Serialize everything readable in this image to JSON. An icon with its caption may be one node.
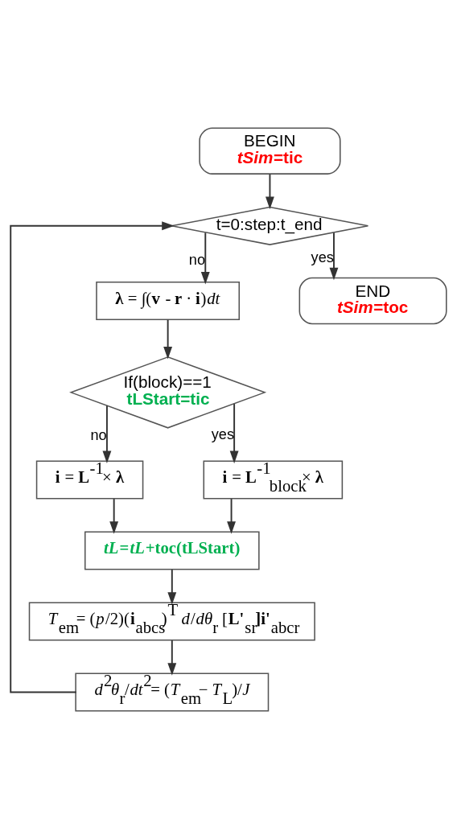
{
  "diagram": {
    "nodes": [
      {
        "text": [
          "BEGIN",
          "*tSim*=tic"
        ]
      },
      {
        "text": [
          "t=0:step:t_end"
        ]
      },
      {
        "text": [
          "**λ** = ∫(**v** - **r** · **i**)*dt*"
        ]
      },
      {
        "text": [
          "If(block)==1",
          "tLStart=tic"
        ]
      },
      {
        "text": [
          "**i** = **L**$^{-1}$× **λ**"
        ]
      },
      {
        "text": [
          "**i** = **L**$^{-1}$$_{block}$× **λ**"
        ]
      },
      {
        "text": [
          "*tL*=*tL*+toc(tLStart)"
        ]
      },
      {
        "text": [
          "*T*$_{em}$= (*p*/2)(**i**$_{abcs}$)$^{T}$ *d*/*dθ*$_{r}$ [**L'**$_{sr}$]**i'**$_{abcr}$"
        ]
      },
      {
        "text": [
          "*d*$^{2}$*θ*$_{r}$/*dt*$^{2}$= (*T*$_{em}$− *T*$_{L}$)/*J*"
        ]
      },
      {
        "text": [
          "END",
          "*tSim*=toc"
        ]
      }
    ],
    "edges": [
      {
        "from": 0,
        "to": 1,
        "arrow": "to"
      },
      {
        "from": 1,
        "to": 2,
        "arrow": "to",
        "label": "no"
      },
      {
        "from": 1,
        "to": 9,
        "arrow": "to",
        "label": "yes"
      },
      {
        "from": 2,
        "to": 3,
        "arrow": "to"
      },
      {
        "from": 3,
        "to": 4,
        "arrow": "to",
        "label": "no"
      },
      {
        "from": 3,
        "to": 5,
        "arrow": "to",
        "label": "yes"
      },
      {
        "from": 4,
        "to": 6,
        "arrow": "to"
      },
      {
        "from": 5,
        "to": 6,
        "arrow": "to"
      },
      {
        "from": 6,
        "to": 7,
        "arrow": "to"
      },
      {
        "from": 7,
        "to": 8,
        "arrow": "to"
      },
      {
        "from": 8,
        "to": 1,
        "arrow": "to"
      }
    ]
  }
}
